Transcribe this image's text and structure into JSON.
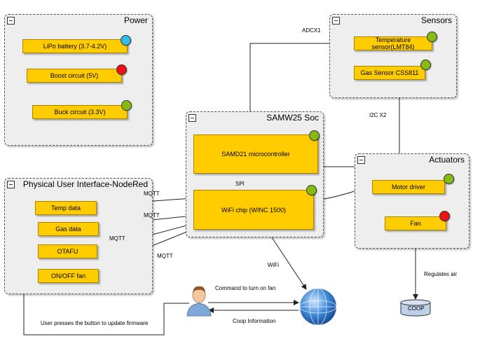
{
  "groups": {
    "power": "Power",
    "sensors": "Sensors",
    "soc": "SAMW25 Soc",
    "ui": "Physical User Interface-NodeRed",
    "actuators": "Actuators"
  },
  "boxes": {
    "lipo": "LiPo battery (3.7-4.2V)",
    "boost": "Boost circuit (5V)",
    "buck": "Buck circuit (3.3V)",
    "temp_sensor": "Temperature sensor(LMT84)",
    "gas_sensor": "Gas Sensor CSS811",
    "samd21": "SAMD21 microcontroller",
    "wifi": "WiFi chip (WINC 1500)",
    "temp_data": "Temp data",
    "gas_data": "Gas data",
    "otafu": "OTAFU",
    "onoff": "ON/OFF fan",
    "motor": "Motor driver",
    "fan": "Fan",
    "coop": "COOP"
  },
  "labels": {
    "adcx1": "ADCX1",
    "i2c": "I2C X2",
    "spi": "SPI",
    "mqtt1": "MQTT",
    "mqtt2": "MQTT",
    "mqtt3": "MQTT",
    "mqtt4": "MQTT",
    "wifi": "WiFi",
    "cmd": "Command to turn on fan",
    "coop_info": "Coop Information",
    "firmware": "User presses the button to update firmware",
    "regulates": "Regulates air"
  },
  "status_colors": {
    "blue": "#33bbee",
    "red": "#ee1111",
    "green": "#88bb11"
  }
}
